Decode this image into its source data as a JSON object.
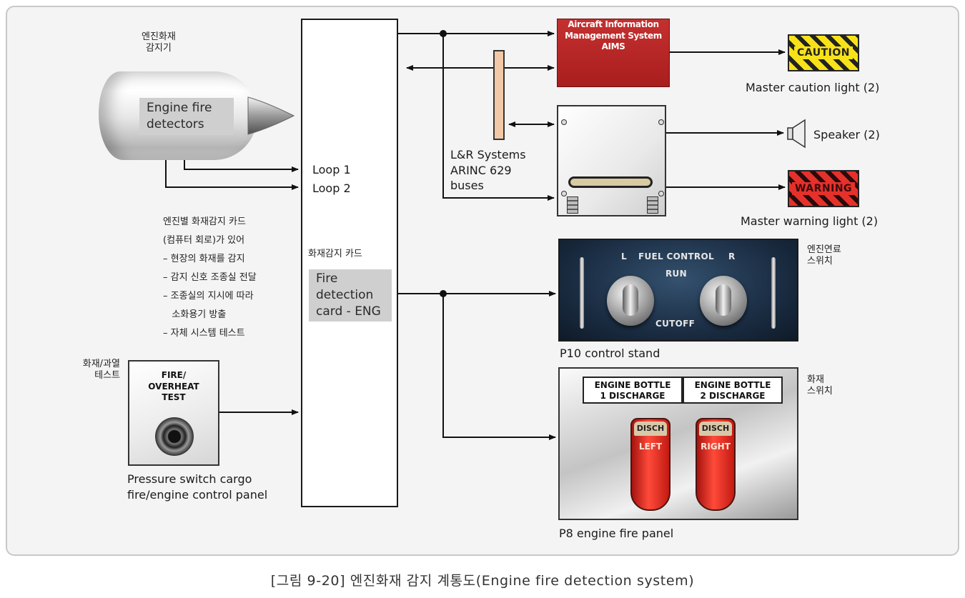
{
  "engine": {
    "korean_label": "엔진화재\n감지기",
    "detectors_label": "Engine fire\ndetectors"
  },
  "central": {
    "loop1": "Loop 1",
    "loop2": "Loop 2",
    "korean_card": "화재감지 카드",
    "card_label": "Fire\ndetection\ncard - ENG"
  },
  "notes": [
    "엔진별 화재감지 카드",
    "(컴퓨터 회로)가 있어",
    "– 현장의 화재를 감지",
    "– 감지 신호 조종실 전달",
    "– 조종실의 지시에 따라",
    "   소화용기 방출",
    "– 자체 시스템 테스트"
  ],
  "test_panel": {
    "korean_label": "화재/과열\n테스트",
    "button_text": "FIRE/\nOVERHEAT\nTEST",
    "caption": "Pressure switch cargo\nfire/engine control panel"
  },
  "buses": {
    "label": "L&R Systems\nARINC 629\nbuses"
  },
  "aims": {
    "text": "Aircraft Information\nManagement System\nAIMS"
  },
  "caution": {
    "text": "CAUTION",
    "caption": "Master caution light (2)"
  },
  "speaker": {
    "caption": "Speaker (2)"
  },
  "warning": {
    "text": "WARNING",
    "caption": "Master warning light (2)"
  },
  "fuel_control": {
    "korean_label": "엔진연료\n스위치",
    "l": "L",
    "title": "FUEL CONTROL",
    "r": "R",
    "run": "RUN",
    "cutoff": "CUTOFF",
    "caption": "P10 control stand"
  },
  "fire_panel": {
    "korean_label": "화재\n스위치",
    "bottle1": "ENGINE BOTTLE\n1 DISCHARGE",
    "bottle2": "ENGINE BOTTLE\n2 DISCHARGE",
    "handle_cap": "DISCH",
    "left": "LEFT",
    "right": "RIGHT",
    "caption": "P8 engine fire panel"
  },
  "caption": "[그림 9-20] 엔진화재 감지 계통도(Engine fire detection system)"
}
